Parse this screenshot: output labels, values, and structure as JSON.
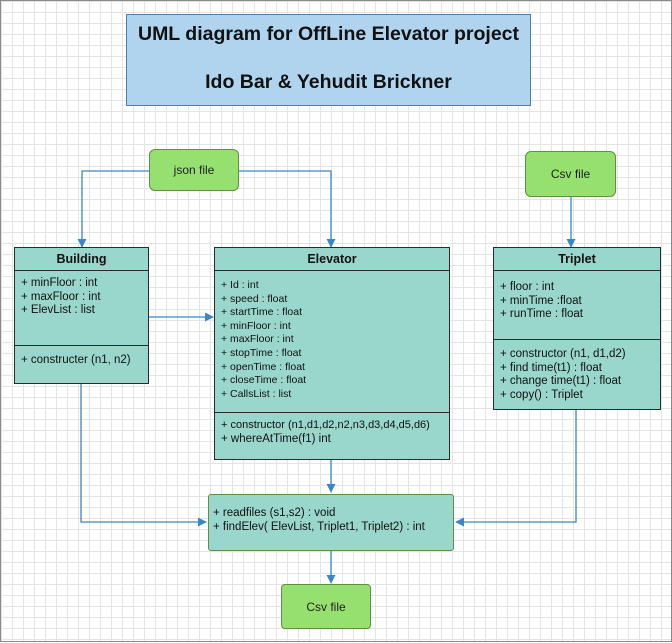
{
  "title": {
    "line1": "UML diagram  for OffLine Elevator project",
    "line2": "Ido Bar & Yehudit Brickner"
  },
  "files": {
    "json_file": "json file",
    "csv_file_top": "Csv file",
    "csv_file_bottom": "Csv file"
  },
  "classes": {
    "building": {
      "name": "Building",
      "attributes": [
        "+ minFloor : int",
        "+ maxFloor : int",
        "+ ElevList : list"
      ],
      "methods": [
        "+ constructer (n1, n2)"
      ]
    },
    "elevator": {
      "name": "Elevator",
      "attributes": [
        "+ Id : int",
        "+ speed : float",
        "+ startTime : float",
        "+ minFloor : int",
        "+ maxFloor : int",
        "+ stopTime : float",
        "+ openTime : float",
        "+ closeTime : float",
        "+ CallsList : list"
      ],
      "methods": [
        "+ constructor (n1,d1,d2,n2,n3,d3,d4,d5,d6)",
        "+ whereAtTime(f1)  int"
      ]
    },
    "triplet": {
      "name": "Triplet",
      "attributes": [
        "+ floor : int",
        "+ minTime :float",
        "+ runTime : float"
      ],
      "methods": [
        "+ constructor (n1, d1,d2)",
        "+ find time(t1) :  float",
        "+ change time(t1)  : float",
        "+ copy() : Triplet"
      ]
    }
  },
  "functions": [
    "+ readfiles (s1,s2) : void",
    "+ findElev( ElevList, Triplet1, Triplet2) : int"
  ],
  "colors": {
    "title_fill": "#b1d4ee",
    "file_fill": "#95e06e",
    "class_fill": "#99d6cc",
    "connector": "#3a86c8"
  }
}
